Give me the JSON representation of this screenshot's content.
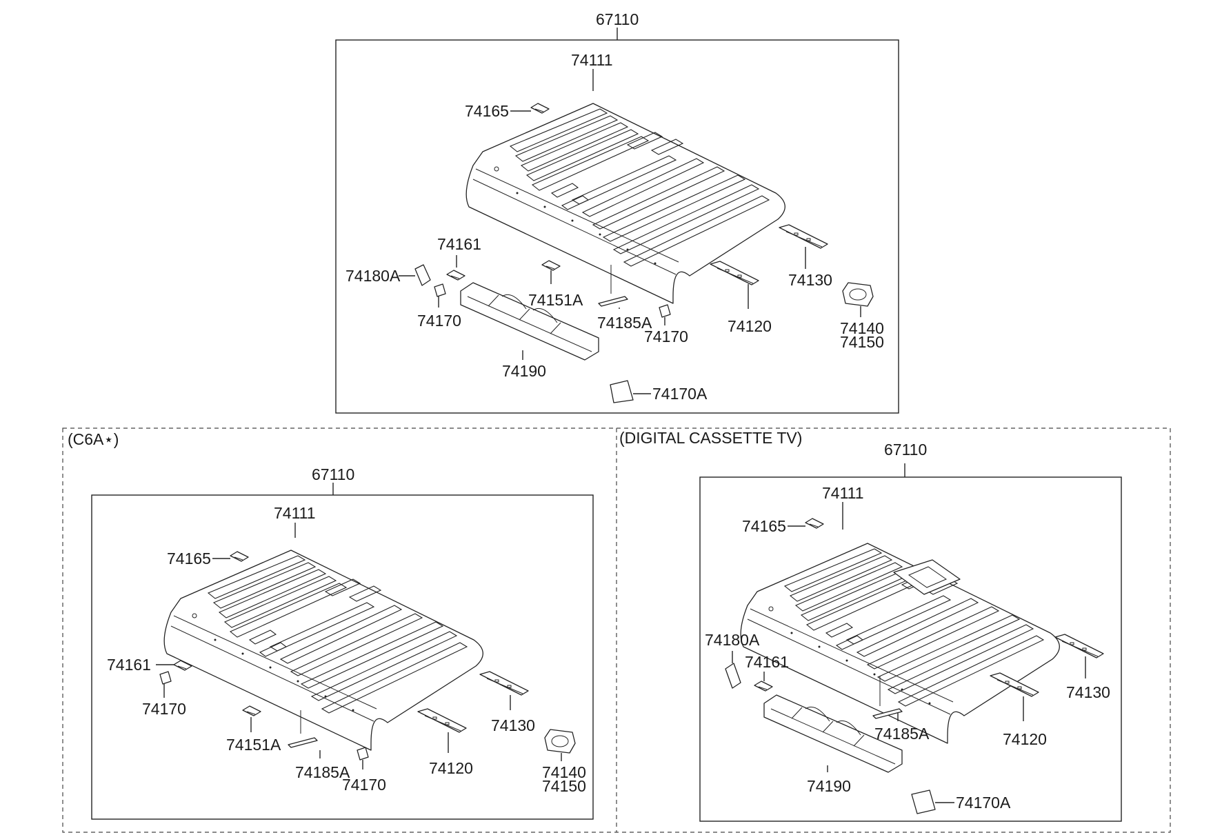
{
  "main_panel": {
    "assembly": "67110",
    "parts": {
      "roof_panel": "74111",
      "bracket_a": "74165",
      "bracket_b": "74161",
      "pad_a": "74180A",
      "clip": "74170",
      "nut": "74151A",
      "bow": "74185A",
      "clip_b": "74170",
      "rail_front": "74130",
      "rail_rear": "74120",
      "ring_a": "74140",
      "ring_b": "74150",
      "pad_long": "74190",
      "pad_b": "74170A"
    }
  },
  "left_panel": {
    "variant": "(C6A⋆)",
    "assembly": "67110",
    "parts": {
      "roof_panel": "74111",
      "bracket_a": "74165",
      "bracket_b": "74161",
      "clip": "74170",
      "nut": "74151A",
      "bow": "74185A",
      "clip_b": "74170",
      "rail_front": "74130",
      "rail_rear": "74120",
      "ring_a": "74140",
      "ring_b": "74150"
    }
  },
  "right_panel": {
    "variant": "(DIGITAL CASSETTE TV)",
    "assembly": "67110",
    "parts": {
      "roof_panel": "74111",
      "bracket_a": "74165",
      "pad_a": "74180A",
      "bracket_b": "74161",
      "bow": "74185A",
      "rail_front": "74130",
      "rail_rear": "74120",
      "pad_long": "74190",
      "pad_b": "74170A"
    }
  }
}
